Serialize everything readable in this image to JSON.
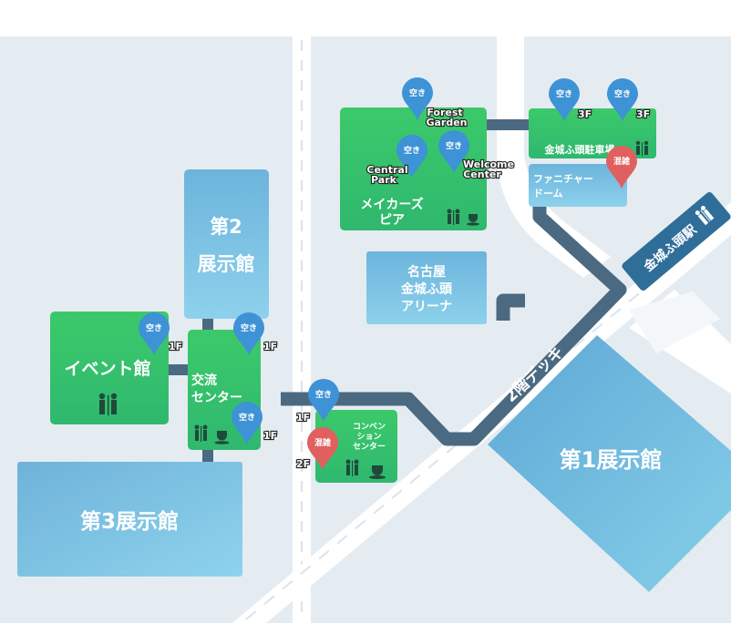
{
  "colors": {
    "background": "#e5ecf1",
    "road": "#ffffff",
    "walkway": "#4b6a82",
    "green_building": "#39c76e",
    "blue_building": "#6fb7de",
    "pin_available": "#3e92d6",
    "pin_crowded": "#e0605f"
  },
  "buildings": {
    "hall2": {
      "line1": "第2",
      "line2": "展示館"
    },
    "hall1": "第1展示館",
    "hall3": "第3展示館",
    "event_hall": "イベント館",
    "exchange_center": {
      "line1": "交流",
      "line2": "センター"
    },
    "convention_center": {
      "line1": "コンベン",
      "line2": "ション",
      "line3": "センター"
    },
    "makers_pier": {
      "line1": "メイカーズ",
      "line2": "ピア"
    },
    "arena": {
      "line1": "名古屋",
      "line2": "金城ふ頭",
      "line3": "アリーナ"
    },
    "parking": "金城ふ頭駐車場",
    "furniture_dome": {
      "line1": "ファニチャー",
      "line2": "ドーム"
    },
    "station": "金城ふ頭駅",
    "deck": "2階デッキ"
  },
  "pins": [
    {
      "status": "空き",
      "floor": "1F",
      "place": ""
    },
    {
      "status": "空き",
      "floor": "1F",
      "place": ""
    },
    {
      "status": "空き",
      "floor": "1F",
      "place": ""
    },
    {
      "status": "空き",
      "floor": "1F",
      "place": ""
    },
    {
      "status": "混雑",
      "floor": "2F",
      "place": ""
    },
    {
      "status": "空き",
      "floor": "",
      "place": "Forest Garden"
    },
    {
      "status": "空き",
      "floor": "",
      "place": "Central Park"
    },
    {
      "status": "空き",
      "floor": "",
      "place": "Welcome Center"
    },
    {
      "status": "空き",
      "floor": "3F",
      "place": ""
    },
    {
      "status": "空き",
      "floor": "3F",
      "place": ""
    },
    {
      "status": "混雑",
      "floor": "",
      "place": ""
    }
  ],
  "place_labels": {
    "forest": [
      "Forest",
      "Garden"
    ],
    "central": [
      "Central",
      "Park"
    ],
    "welcome": [
      "Welcome",
      "Center"
    ]
  },
  "icons": [
    "restroom-icon",
    "cafe-icon"
  ]
}
